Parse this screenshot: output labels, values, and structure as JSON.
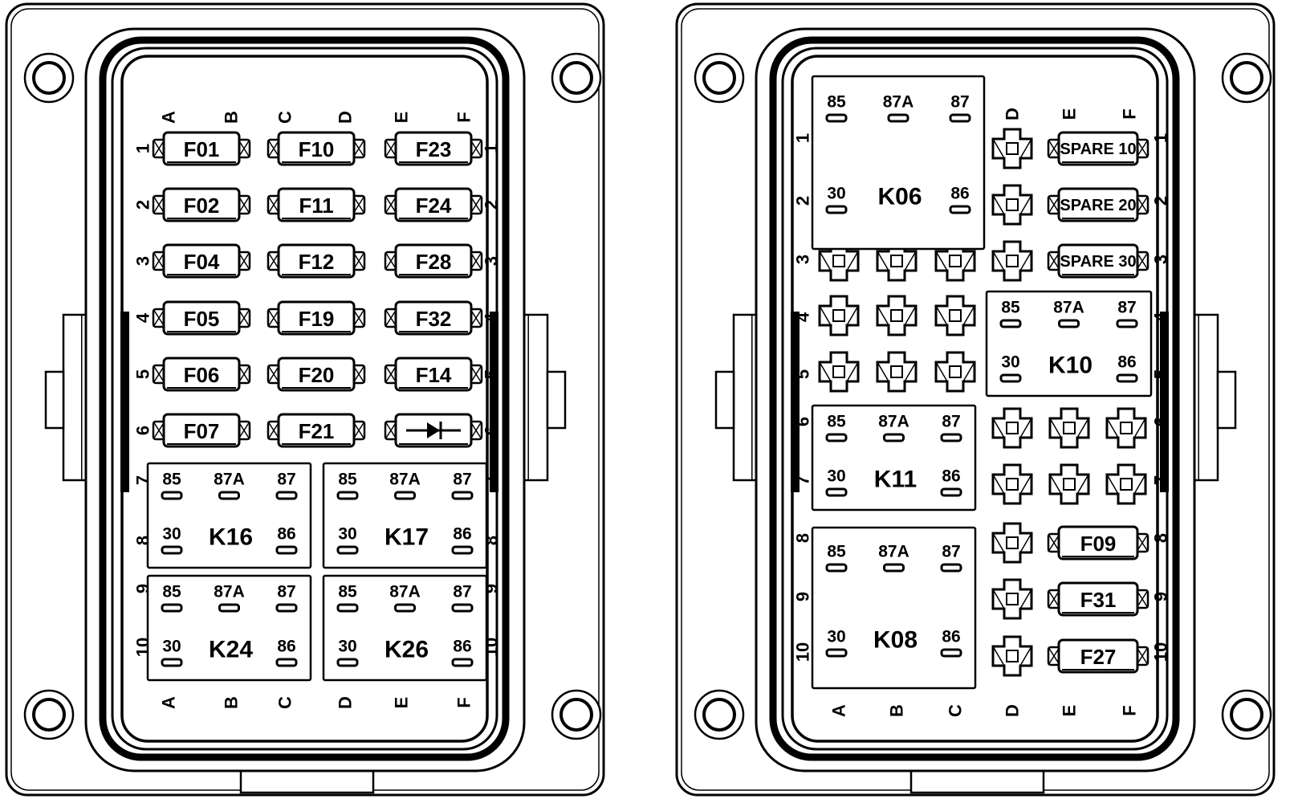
{
  "colors": {
    "ink": "#000000",
    "paper": "#ffffff"
  },
  "relay_pins": {
    "p85": "85",
    "p87a": "87A",
    "p87": "87",
    "p30": "30",
    "p86": "86"
  },
  "left": {
    "columns": [
      "A",
      "B",
      "C",
      "D",
      "E",
      "F"
    ],
    "rows": [
      "1",
      "2",
      "3",
      "4",
      "5",
      "6",
      "7",
      "8",
      "9",
      "10"
    ],
    "fuses": [
      [
        "F01",
        "F10",
        "F23"
      ],
      [
        "F02",
        "F11",
        "F24"
      ],
      [
        "F04",
        "F12",
        "F28"
      ],
      [
        "F05",
        "F19",
        "F32"
      ],
      [
        "F06",
        "F20",
        "F14"
      ],
      [
        "F07",
        "F21",
        "diode-icon"
      ]
    ],
    "relays": [
      "K16",
      "K17",
      "K24",
      "K26"
    ]
  },
  "right": {
    "columns": [
      "A",
      "B",
      "C",
      "D",
      "E",
      "F"
    ],
    "rows": [
      "1",
      "2",
      "3",
      "4",
      "5",
      "6",
      "7",
      "8",
      "9",
      "10"
    ],
    "fuses_top": [
      "SPARE 10",
      "SPARE 20",
      "SPARE 30"
    ],
    "fuses_bottom": [
      "F09",
      "F31",
      "F27"
    ],
    "relays": [
      "K06",
      "K10",
      "K11",
      "K08"
    ]
  }
}
